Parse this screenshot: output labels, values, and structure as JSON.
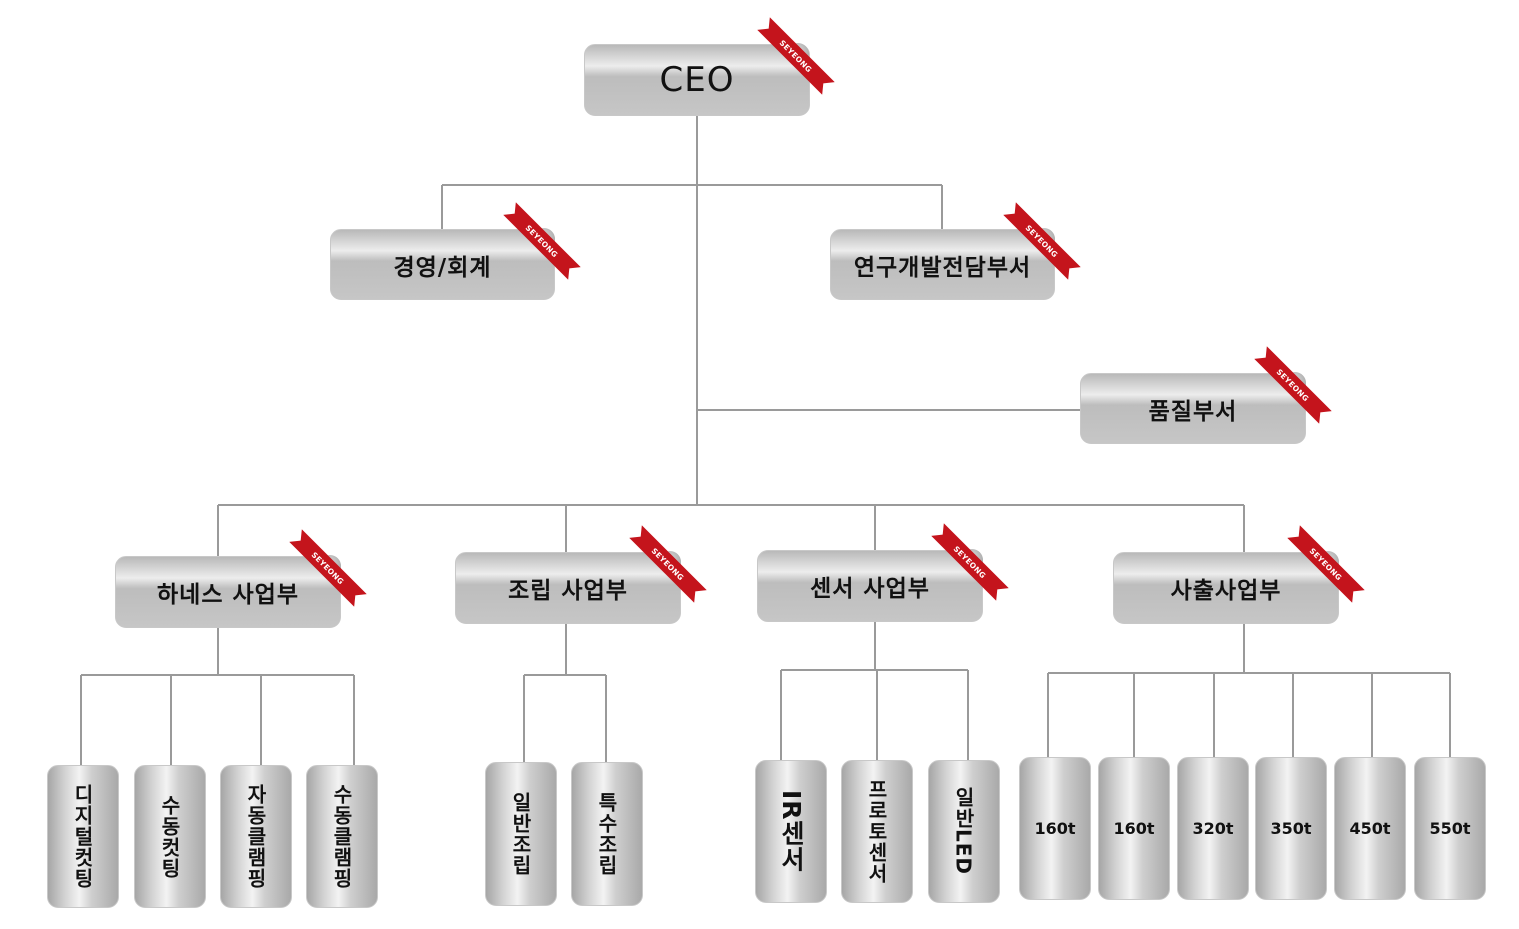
{
  "ribbon_text": "SEYEONG",
  "colors": {
    "ribbon": "#c4141c",
    "lines": "#9a9a9a"
  },
  "ceo": "CEO",
  "departments": {
    "management": "경영/회계",
    "rnd": "연구개발전담부서",
    "quality": "품질부서"
  },
  "divisions": {
    "harness": {
      "name": "하네스 사업부",
      "items": [
        "디지털컷팅",
        "수동컷팅",
        "자동클램핑",
        "수동클램핑"
      ]
    },
    "assembly": {
      "name": "조립 사업부",
      "items": [
        "일반조립",
        "특수조립"
      ]
    },
    "sensor": {
      "name": "센서 사업부",
      "items": [
        "IR센서",
        "프로토센서",
        "일반LED"
      ]
    },
    "injection": {
      "name": "사출사업부",
      "items": [
        "160t",
        "160t",
        "320t",
        "350t",
        "450t",
        "550t"
      ]
    }
  }
}
